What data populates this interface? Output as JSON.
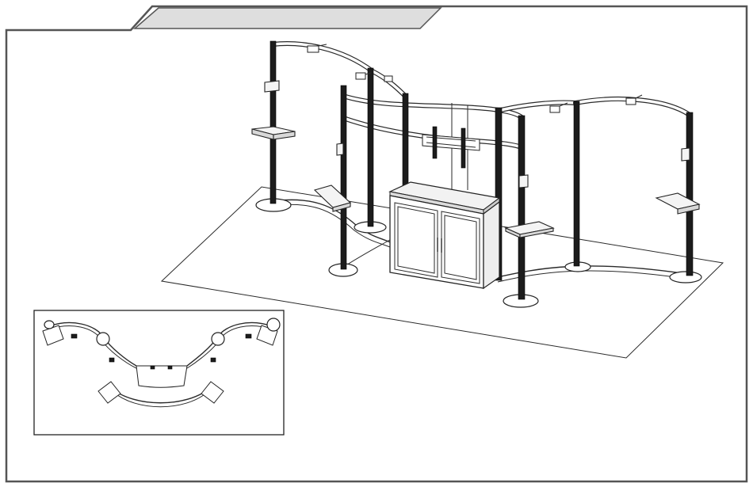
{
  "header_tab": {
    "label": ""
  },
  "colors": {
    "frame": "#555555",
    "tab_fill": "#dedede",
    "line": "#2a2a2a",
    "post": "#1c1c1c",
    "panel": "#eeeeee",
    "floor": "#777777"
  },
  "drawing": {
    "main_view": "isometric-booth",
    "inset_view": "plan-view",
    "posts": [
      "post",
      "post",
      "post",
      "post",
      "post",
      "post",
      "post",
      "post",
      "post"
    ],
    "shelves": [
      "shelf",
      "shelf",
      "shelf",
      "shelf",
      "shelf"
    ],
    "lights": [
      "spotlight",
      "spotlight",
      "spotlight",
      "spotlight",
      "spotlight"
    ],
    "fixtures": [
      "monitor-mount",
      "counter-cabinet"
    ]
  }
}
